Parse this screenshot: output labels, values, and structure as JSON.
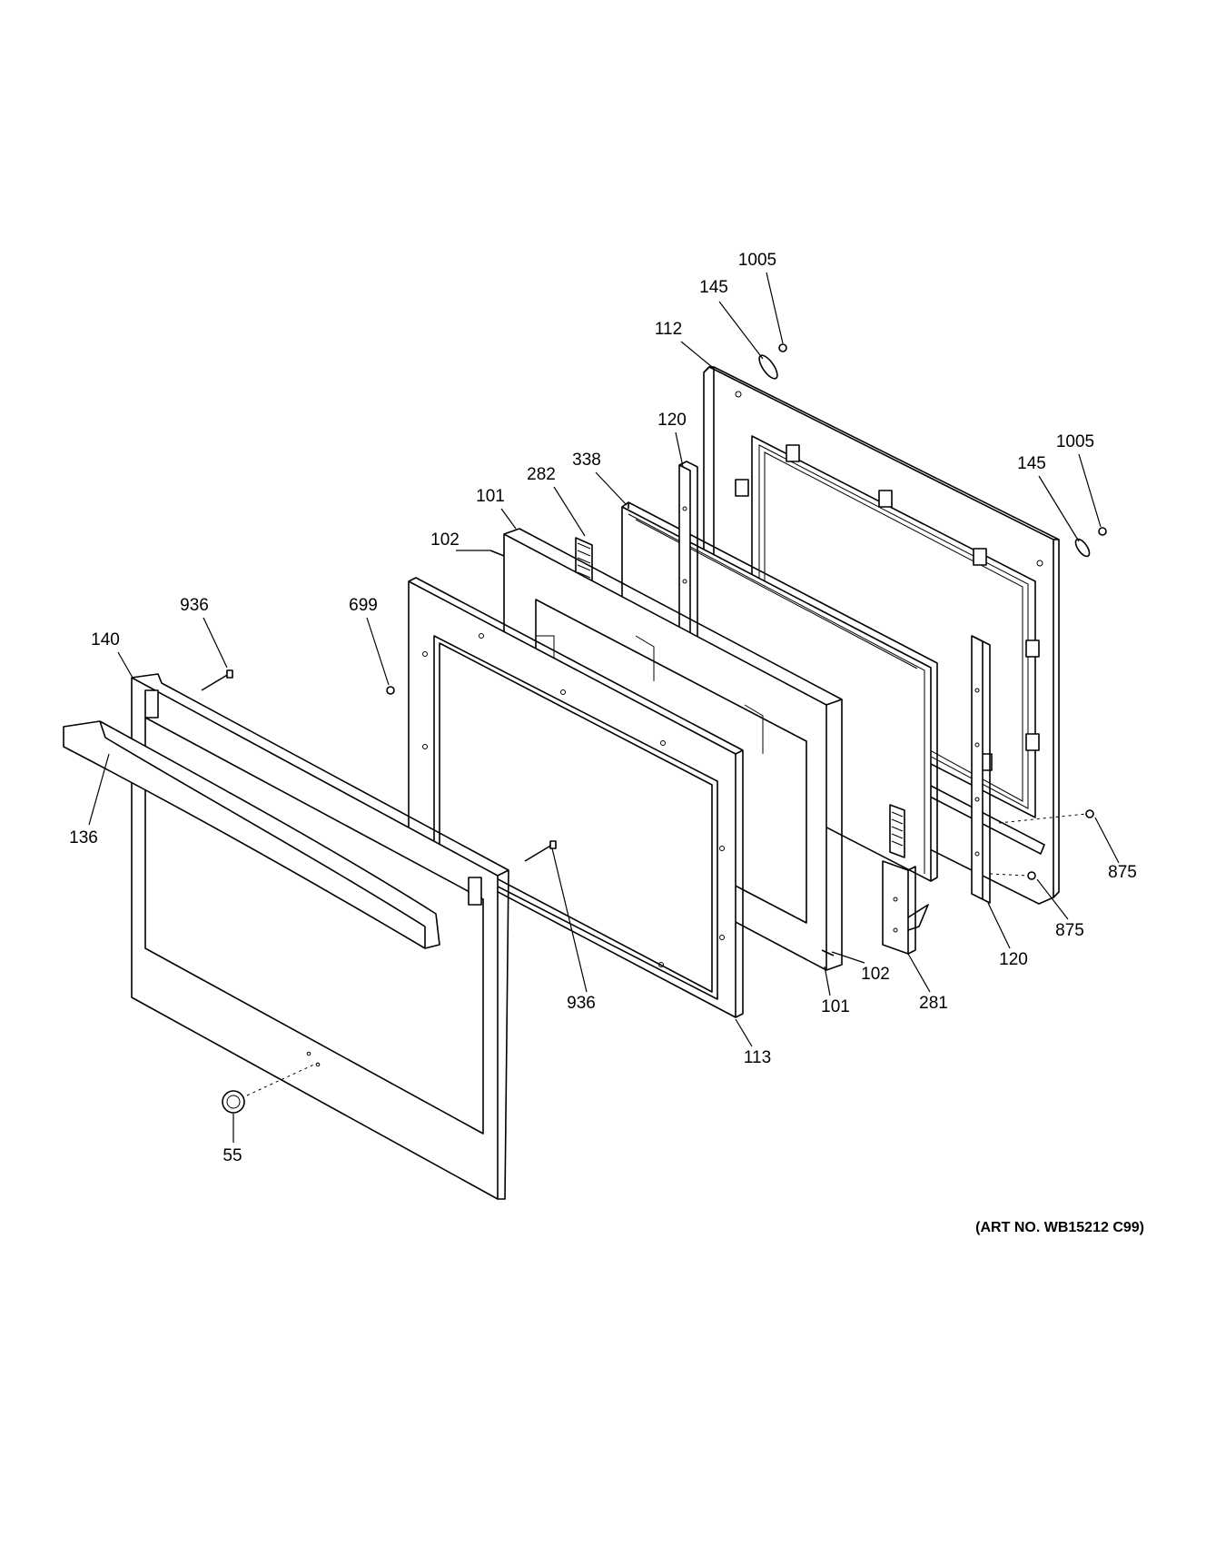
{
  "diagram": {
    "art_number": "(ART NO. WB15212 C99)",
    "labels": [
      {
        "id": "lbl-1005-top",
        "text": "1005"
      },
      {
        "id": "lbl-145-top",
        "text": "145"
      },
      {
        "id": "lbl-112",
        "text": "112"
      },
      {
        "id": "lbl-120-top",
        "text": "120"
      },
      {
        "id": "lbl-1005-right",
        "text": "1005"
      },
      {
        "id": "lbl-145-right",
        "text": "145"
      },
      {
        "id": "lbl-338",
        "text": "338"
      },
      {
        "id": "lbl-282",
        "text": "282"
      },
      {
        "id": "lbl-101-top",
        "text": "101"
      },
      {
        "id": "lbl-102-top",
        "text": "102"
      },
      {
        "id": "lbl-936-left",
        "text": "936"
      },
      {
        "id": "lbl-699",
        "text": "699"
      },
      {
        "id": "lbl-140",
        "text": "140"
      },
      {
        "id": "lbl-136",
        "text": "136"
      },
      {
        "id": "lbl-875-upper",
        "text": "875"
      },
      {
        "id": "lbl-875-lower",
        "text": "875"
      },
      {
        "id": "lbl-120-bottom",
        "text": "120"
      },
      {
        "id": "lbl-102-bottom",
        "text": "102"
      },
      {
        "id": "lbl-281",
        "text": "281"
      },
      {
        "id": "lbl-101-bottom",
        "text": "101"
      },
      {
        "id": "lbl-936-center",
        "text": "936"
      },
      {
        "id": "lbl-113",
        "text": "113"
      },
      {
        "id": "lbl-55",
        "text": "55"
      }
    ]
  }
}
